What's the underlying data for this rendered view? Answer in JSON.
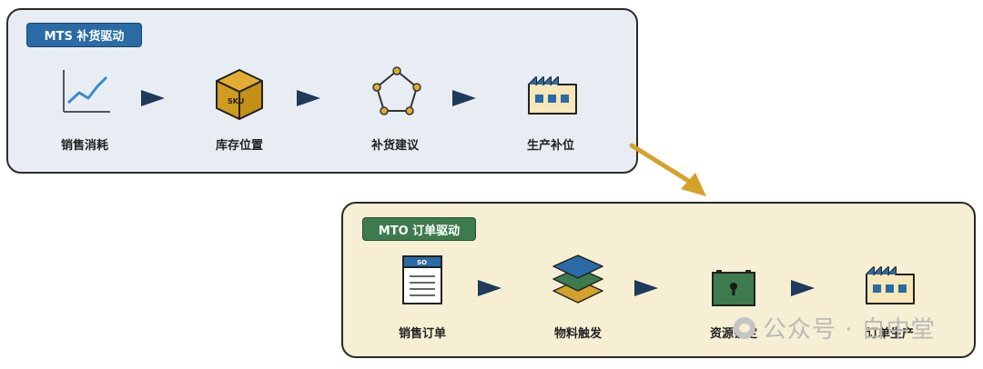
{
  "mts": {
    "badge": "MTS 补货驱动",
    "steps": [
      "销售消耗",
      "库存位置",
      "补货建议",
      "生产补位"
    ],
    "sku_text": "SKU"
  },
  "mto": {
    "badge": "MTO 订单驱动",
    "steps": [
      "销售订单",
      "物料触发",
      "资源锁定",
      "订单生产"
    ],
    "so_text": "SO"
  },
  "watermark": "公众号 · 白中堂",
  "colors": {
    "mts_panel": "#e8edf4",
    "mto_panel": "#f6efd3",
    "mts_badge": "#2a6aa5",
    "mto_badge": "#3d7b4e",
    "connector": "#d4a12a",
    "step_arrow": "#1f3a5a"
  },
  "icons": [
    "trend-line-icon",
    "sku-box-icon",
    "network-pentagon-icon",
    "factory-icon",
    "sales-order-document-icon",
    "layer-stack-icon",
    "locked-cabinet-icon",
    "factory-icon"
  ]
}
